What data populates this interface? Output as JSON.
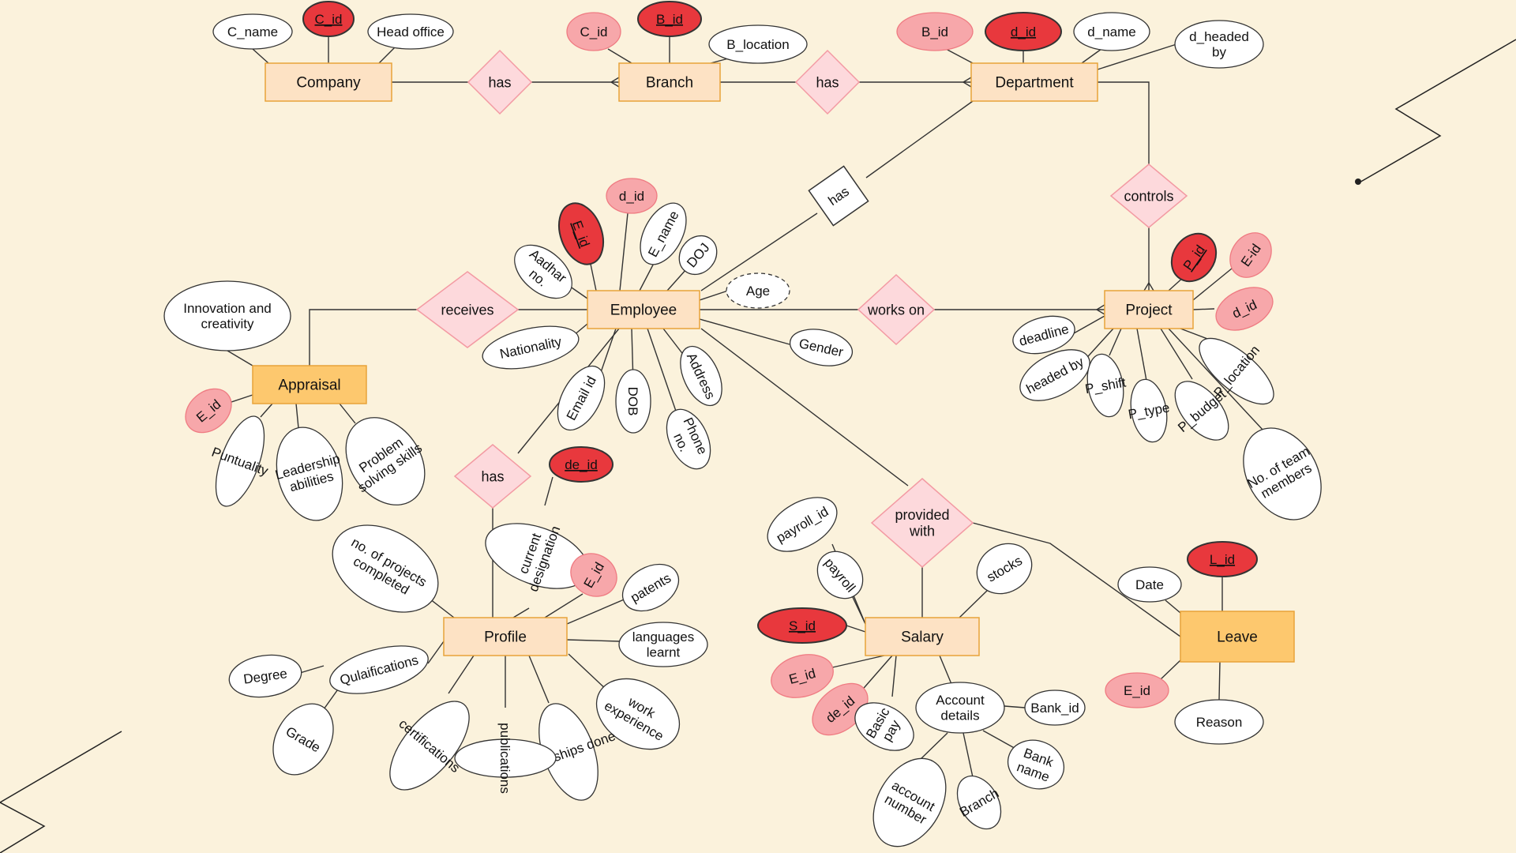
{
  "colors": {
    "background": "#fbf2dc",
    "entity_fill": "#fde2c4",
    "entity_weak_fill": "#fdc86e",
    "entity_stroke": "#e8a33a",
    "relation_fill": "#fdd9dc",
    "relation_stroke": "#f39aa3",
    "attr_plain": "#ffffff",
    "attr_key": "#e8383d",
    "attr_foreign": "#f7a7aa",
    "line": "#333333"
  },
  "entities": {
    "company": "Company",
    "branch": "Branch",
    "department": "Department",
    "employee": "Employee",
    "project": "Project",
    "appraisal": "Appraisal",
    "profile": "Profile",
    "salary": "Salary",
    "leave": "Leave"
  },
  "relationships": {
    "company_branch": "has",
    "branch_dept": "has",
    "dept_employee": "has",
    "dept_project": "controls",
    "emp_project": "works on",
    "emp_appraisal": "receives",
    "emp_profile": "has",
    "emp_salary_leave": "provided\nwith"
  },
  "attributes": {
    "company": {
      "c_name": "C_name",
      "c_id": "C_id",
      "head_office": "Head office"
    },
    "branch": {
      "c_id": "C_id",
      "b_id": "B_id",
      "b_location": "B_location"
    },
    "department": {
      "b_id": "B_id",
      "d_id": "d_id",
      "d_name": "d_name",
      "d_headed_by": "d_headed\nby"
    },
    "employee": {
      "d_id": "d_id",
      "e_id": "E_id",
      "e_name": "E_name",
      "doj": "DOJ",
      "age": "Age",
      "aadhar": "Aadhar\nno.",
      "nationality": "Nationality",
      "email": "Email id",
      "dob": "DOB",
      "address": "Address",
      "phone": "Phone\nno.",
      "gender": "Gender"
    },
    "project": {
      "p_id": "P_id",
      "e_id": "E-id",
      "d_id": "d_id",
      "deadline": "deadline",
      "headed_by": "headed by",
      "p_shift": "P_shift",
      "p_type": "P_type",
      "p_budget": "P_budget",
      "p_location": "P_location",
      "team_members": "No. of team\nmembers"
    },
    "appraisal": {
      "innovation": "Innovation and\ncreativity",
      "e_id": "E_id",
      "punctuality": "Puntuality",
      "leadership": "Leadership\nabilities",
      "problem_solving": "Problem\nsolving skills"
    },
    "profile": {
      "de_id": "de_id",
      "current_designation": "current\ndesignation",
      "e_id": "E_id",
      "patents": "patents",
      "languages": "languages\nlearnt",
      "work_experience": "work\nexperience",
      "internships": "internships done",
      "publications": "publications",
      "certifications": "certifications",
      "qualifications": "Qulaifications",
      "degree": "Degree",
      "grade": "Grade",
      "projects_completed": "no. of projects\ncompleted"
    },
    "salary": {
      "payroll_id": "payroll_id",
      "payroll": "payroll",
      "s_id": "S_id",
      "e_id": "E_id",
      "de_id": "de_id",
      "basic_pay": "Basic\npay",
      "account_details": "Account\ndetails",
      "stocks": "stocks",
      "bank_id": "Bank_id",
      "bank_name": "Bank\nname",
      "branch": "Branch",
      "account_number": "account\nnumber"
    },
    "leave": {
      "date": "Date",
      "l_id": "L_id",
      "e_id": "E_id",
      "reason": "Reason"
    }
  }
}
